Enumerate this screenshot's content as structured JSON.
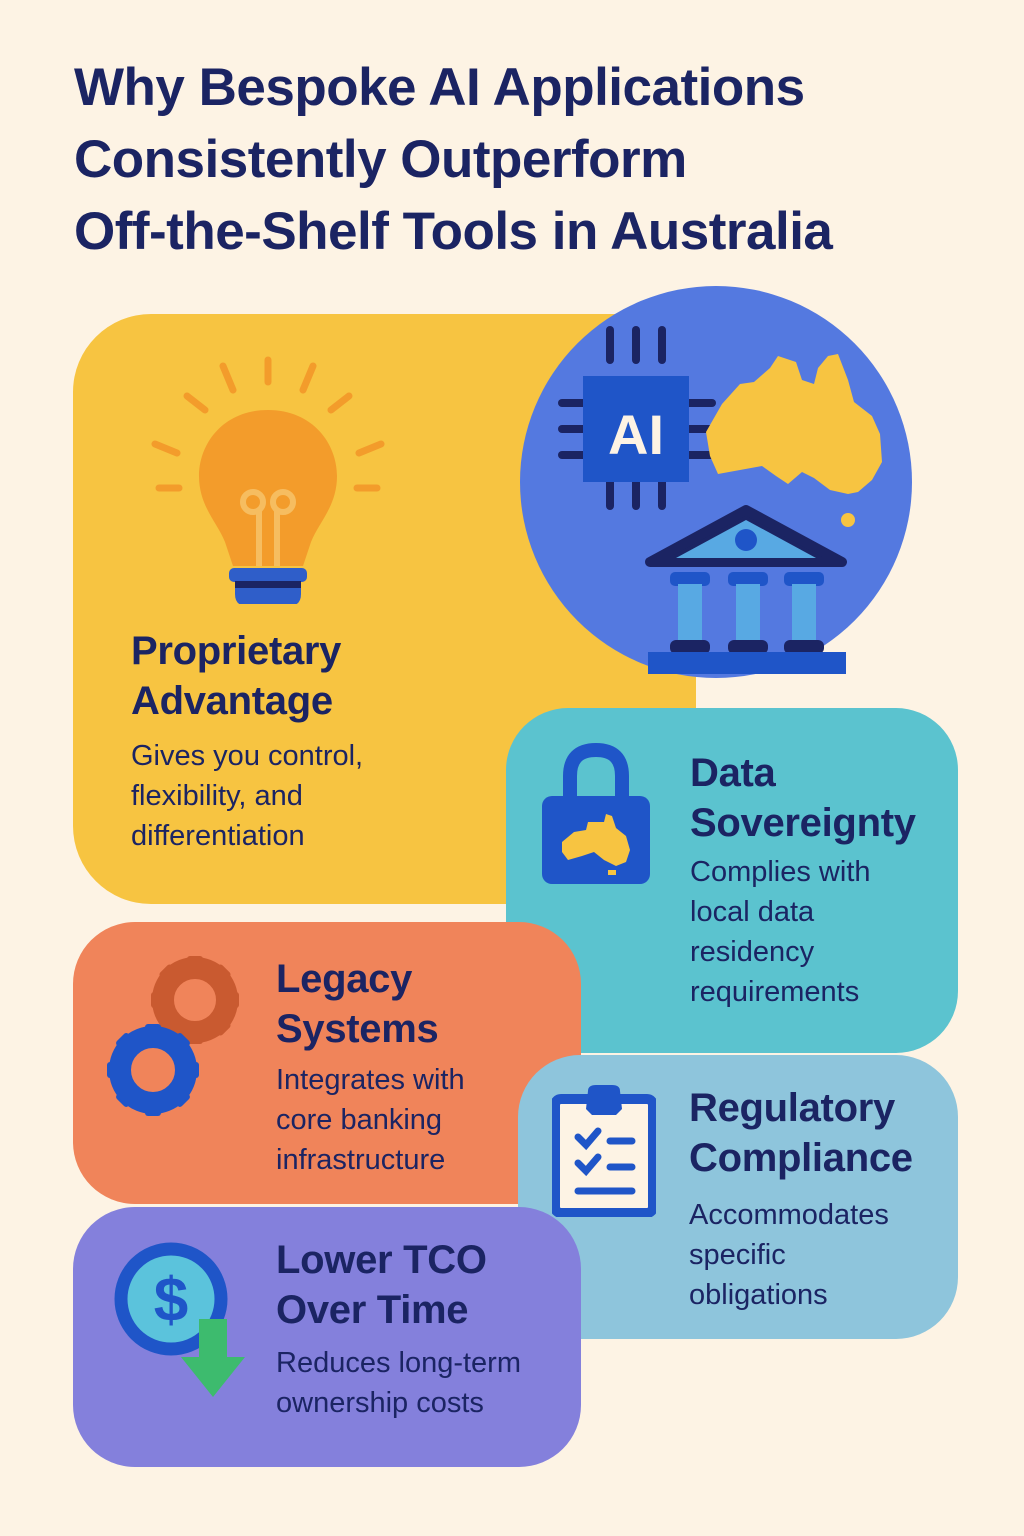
{
  "header": {
    "title_lines": [
      "Why Bespoke AI Applications",
      "Consistently Outperform",
      "Off-the-Shelf Tools in Australia"
    ]
  },
  "hero": {
    "chip_label": "AI",
    "icons": [
      "ai-chip-icon",
      "australia-map-icon",
      "bank-building-icon"
    ]
  },
  "cards": [
    {
      "id": "proprietary",
      "icon": "lightbulb-icon",
      "title_lines": [
        "Proprietary",
        "Advantage"
      ],
      "desc_lines": [
        "Gives you control,",
        "flexibility, and",
        "differentiation"
      ],
      "color": "#f7c441"
    },
    {
      "id": "data",
      "icon": "padlock-australia-icon",
      "title_lines": [
        "Data",
        "Sovereignty"
      ],
      "desc_lines": [
        "Complies with",
        "local data",
        "residency",
        "requirements"
      ],
      "color": "#5bc3cf"
    },
    {
      "id": "legacy",
      "icon": "gears-icon",
      "title_lines": [
        "Legacy",
        "Systems"
      ],
      "desc_lines": [
        "Integrates with",
        "core banking",
        "infrastructure"
      ],
      "color": "#f0845a"
    },
    {
      "id": "regulatory",
      "icon": "clipboard-checklist-icon",
      "title_lines": [
        "Regulatory",
        "Compliance"
      ],
      "desc_lines": [
        "Accommodates",
        "specific",
        "obligations"
      ],
      "color": "#8ec5dc"
    },
    {
      "id": "tco",
      "icon": "dollar-down-arrow-icon",
      "title_lines": [
        "Lower TCO",
        "Over Time"
      ],
      "desc_lines": [
        "Reduces long-term",
        "ownership costs"
      ],
      "color": "#8480dc"
    }
  ],
  "colors": {
    "background": "#fdf3e4",
    "text": "#1b2463",
    "hero_circle": "#5479e0",
    "icon_blue": "#1f55c8",
    "gold": "#f7c441",
    "green_arrow": "#3dbb6e"
  }
}
